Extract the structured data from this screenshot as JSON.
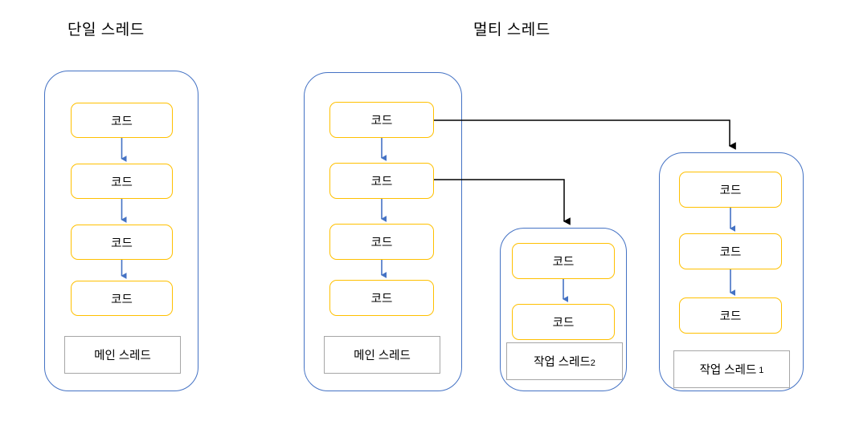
{
  "titles": {
    "single": "단일 스레드",
    "multi": "멀티 스레드"
  },
  "labels": {
    "code": "코드",
    "main_thread": "메인 스레드",
    "worker_thread_2_base": "작업 스레드",
    "worker_thread_2_num": "2",
    "worker_thread_1_base": "작업 스레드",
    "worker_thread_1_num": "1"
  },
  "colors": {
    "container_border": "#4472C4",
    "code_border": "#FFC000",
    "label_border": "#A6A6A6",
    "arrow_blue": "#4472C4",
    "arrow_black": "#000000",
    "background": "#FFFFFF",
    "text": "#000000"
  },
  "diagram": {
    "type": "flow-comparison",
    "groups": [
      {
        "name": "single-thread-group",
        "title": "단일 스레드",
        "code_blocks": 4,
        "thread_label": "메인 스레드"
      },
      {
        "name": "multi-thread-main-group",
        "title": "멀티 스레드",
        "code_blocks": 4,
        "thread_label": "메인 스레드"
      },
      {
        "name": "worker-thread-2-group",
        "code_blocks": 2,
        "thread_label": "작업 스레드2"
      },
      {
        "name": "worker-thread-1-group",
        "code_blocks": 3,
        "thread_label": "작업 스레드 1"
      }
    ],
    "connections": [
      {
        "from": "main-code-1",
        "to": "worker-thread-1-group",
        "style": "black-elbow-arrow"
      },
      {
        "from": "main-code-2",
        "to": "worker-thread-2-group",
        "style": "black-elbow-arrow"
      }
    ]
  }
}
